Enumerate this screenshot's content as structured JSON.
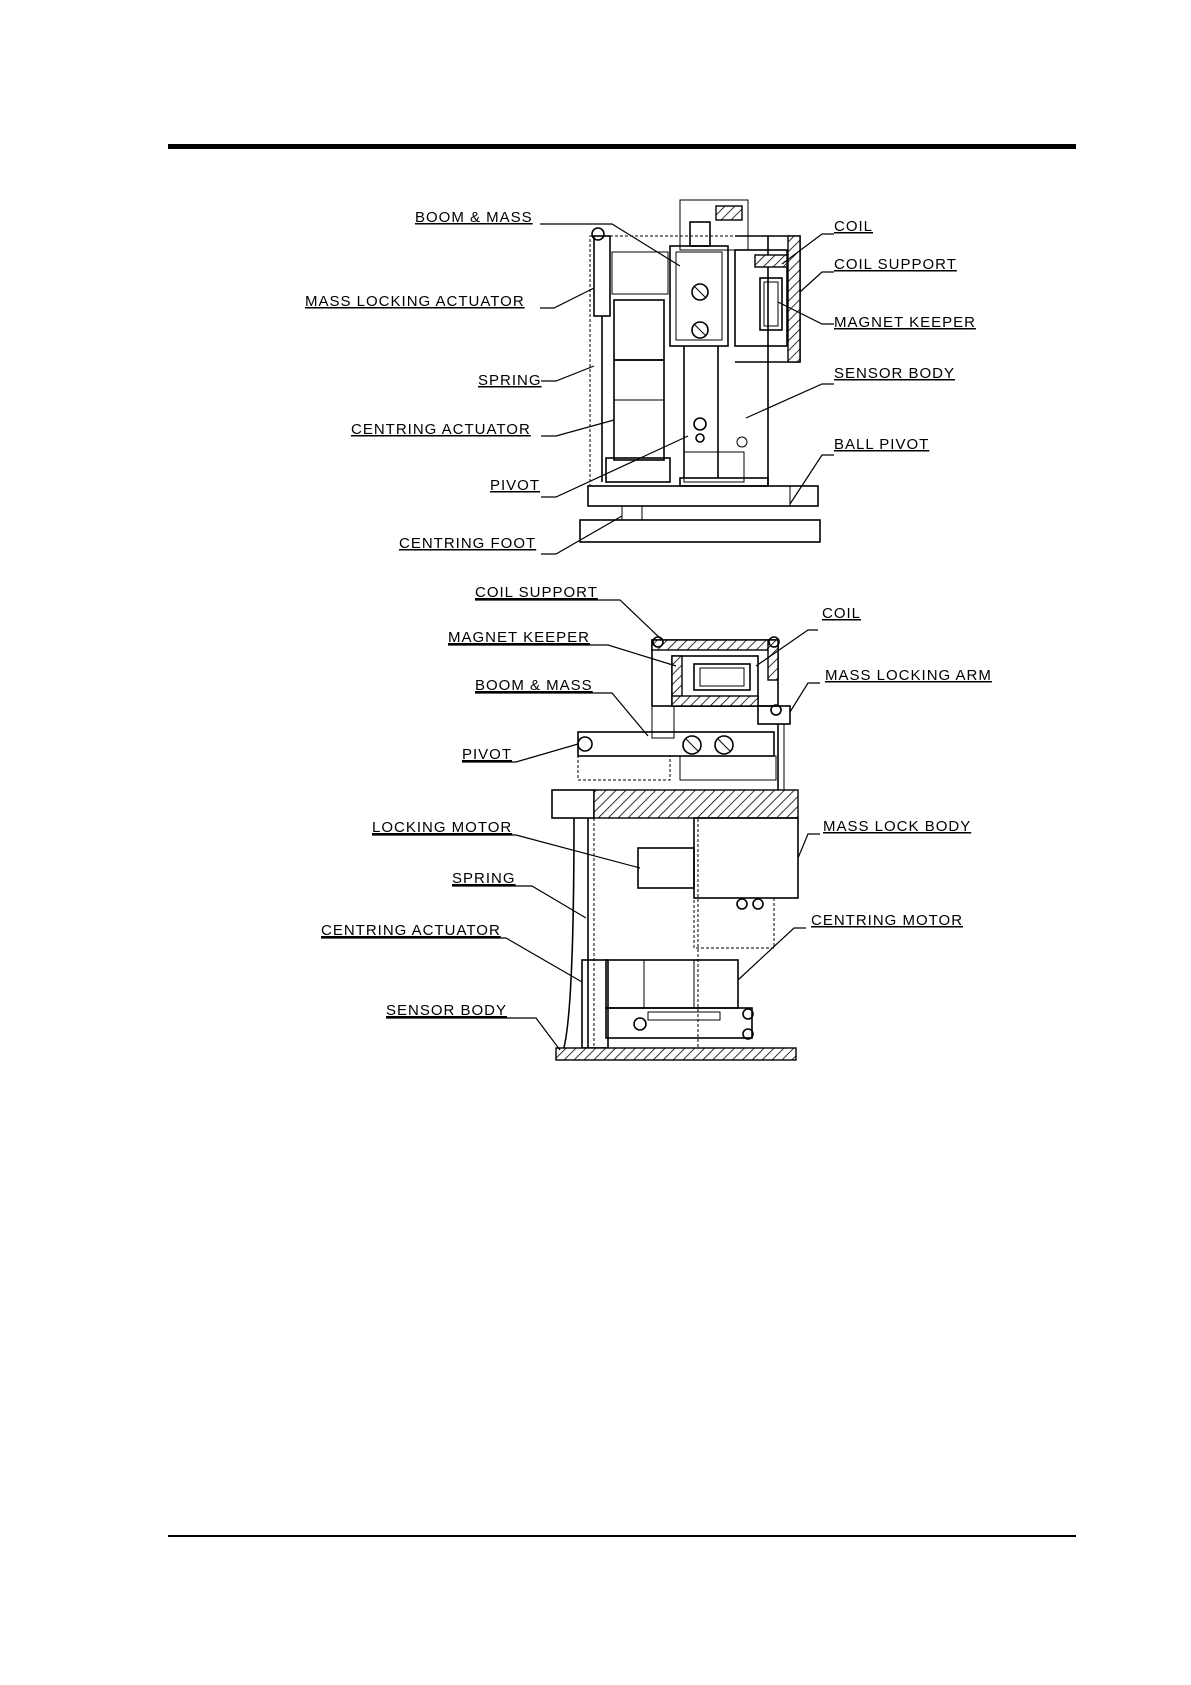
{
  "diagram_top": {
    "labels": {
      "boom_mass": "BOOM & MASS",
      "mass_locking_actuator": "MASS LOCKING ACTUATOR",
      "spring": "SPRING",
      "centring_actuator": "CENTRING ACTUATOR",
      "pivot": "PIVOT",
      "centring_foot": "CENTRING FOOT",
      "coil": "COIL",
      "coil_support": "COIL SUPPORT",
      "magnet_keeper": "MAGNET KEEPER",
      "sensor_body": "SENSOR BODY",
      "ball_pivot": "BALL PIVOT"
    }
  },
  "diagram_bottom": {
    "labels": {
      "coil_support": "COIL SUPPORT",
      "magnet_keeper": "MAGNET KEEPER",
      "boom_mass": "BOOM & MASS",
      "pivot": "PIVOT",
      "locking_motor": "LOCKING MOTOR",
      "spring": "SPRING",
      "centring_actuator": "CENTRING ACTUATOR",
      "sensor_body": "SENSOR BODY",
      "coil": "COIL",
      "mass_locking_arm": "MASS LOCKING ARM",
      "mass_lock_body": "MASS LOCK BODY",
      "centring_motor": "CENTRING MOTOR"
    }
  }
}
